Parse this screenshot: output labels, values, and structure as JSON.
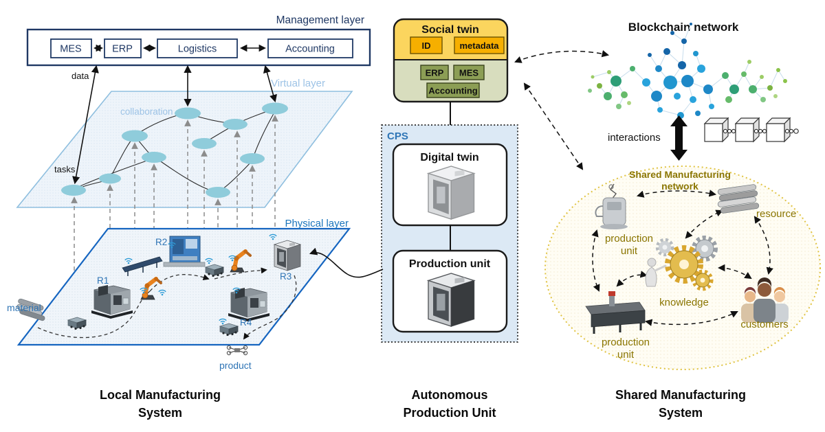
{
  "layers": {
    "management": {
      "title": "Management layer",
      "modules": [
        "MES",
        "ERP",
        "Logistics",
        "Accounting"
      ]
    },
    "virtual": {
      "title": "Virtual layer",
      "collaboration": "collaboration",
      "tasks": "tasks",
      "data": "data"
    },
    "physical": {
      "title": "Physical layer",
      "material": "material",
      "product": "product",
      "r1": "R1",
      "r2": "R2",
      "r3": "R3",
      "r4": "R4"
    }
  },
  "apu": {
    "social_twin": {
      "title": "Social twin",
      "id": "ID",
      "metadata": "metadata",
      "erp": "ERP",
      "mes": "MES",
      "accounting": "Accounting"
    },
    "cps": {
      "title": "CPS",
      "digital_twin": "Digital twin",
      "production_unit": "Production unit"
    }
  },
  "blockchain": {
    "title": "Blockchain network",
    "interactions": "interactions"
  },
  "shared": {
    "title_line1": "Shared Manufacturing",
    "title_line2": "network",
    "production_unit_top_l1": "production",
    "production_unit_top_l2": "unit",
    "resource": "resource",
    "knowledge": "knowledge",
    "customers": "customers",
    "production_unit_bottom_l1": "production",
    "production_unit_bottom_l2": "unit"
  },
  "footer": {
    "left_l1": "Local Manufacturing",
    "left_l2": "System",
    "center_l1": "Autonomous",
    "center_l2": "Production Unit",
    "right_l1": "Shared Manufacturing",
    "right_l2": "System"
  },
  "colors": {
    "navy": "#1F3864",
    "physical_blue": "#1565C0",
    "light_blue": "#9DC3E6",
    "node_teal": "#8FCCDB",
    "social_top": "#FBD55E",
    "social_tag": "#F6AF00",
    "social_bottom": "#D8DDBE",
    "social_module": "#8C9E55",
    "cps_fill": "#DCE9F5",
    "cps_label": "#2E75B6",
    "gold_border": "#E0C341",
    "gold_text": "#8A7500",
    "robot_orange": "#E8821E"
  }
}
